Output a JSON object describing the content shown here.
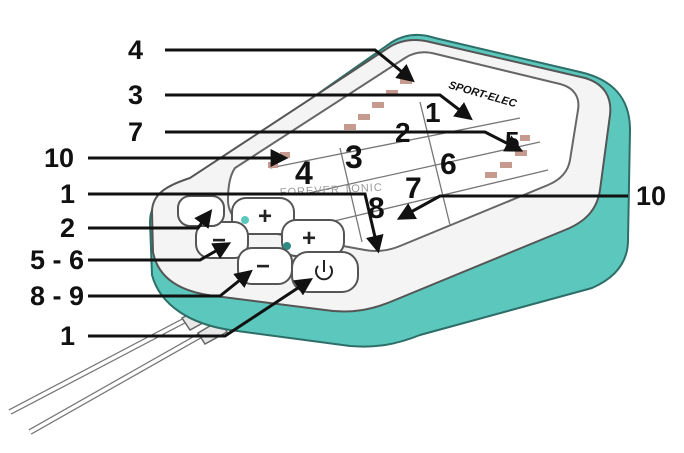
{
  "device": {
    "brand": "SPORT-ELEC",
    "model": "FOREVER TONIC",
    "teal_color": "#5cc8bd",
    "display_digits": [
      "1",
      "2",
      "3",
      "4",
      "5",
      "6",
      "7",
      "8"
    ],
    "plus_sign": "+",
    "minus_sign": "−"
  },
  "callouts": [
    {
      "label": "4"
    },
    {
      "label": "3"
    },
    {
      "label": "7"
    },
    {
      "label": "10"
    },
    {
      "label": "1"
    },
    {
      "label": "2"
    },
    {
      "label": "5 - 6"
    },
    {
      "label": "8 - 9"
    },
    {
      "label": "1"
    },
    {
      "label": "10"
    }
  ]
}
